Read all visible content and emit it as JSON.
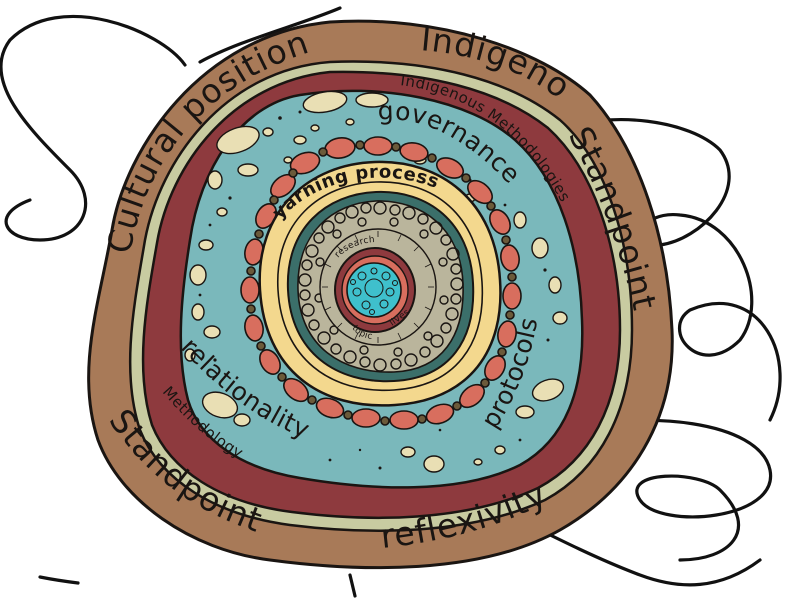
{
  "layers": {
    "outer": {
      "labels": {
        "cultural_positioning": "Cultural positioning",
        "indigenous_standpoint_1": "Indigenous",
        "indigenous_standpoint_2": "Standpoint",
        "standpoint": "Standpoint",
        "reflexivity": "reflexivity"
      }
    },
    "methodology": {
      "labels": {
        "indigenous_methodologies": "Indigenous Methodologies",
        "methodology": "Methodology"
      }
    },
    "relational": {
      "labels": {
        "governance": "governance",
        "protocols": "protocols",
        "relationality": "relationality"
      }
    },
    "yarning": {
      "label": "yarning process"
    },
    "core": {
      "labels": {
        "research": "research",
        "topic": "topic",
        "lives": "lives"
      }
    }
  },
  "colors": {
    "outer": "#a87a58",
    "light_band": "#c8cba1",
    "maroon": "#8e3a3e",
    "teal": "#7ab8bb",
    "coral": "#d86e5e",
    "cream": "#f3d88e",
    "bubble": "#e9dfb4",
    "grey": "#bab59c",
    "core_teal": "#3fc0cc",
    "dark_teal": "#3b6f6a",
    "ink": "#1a1512"
  }
}
